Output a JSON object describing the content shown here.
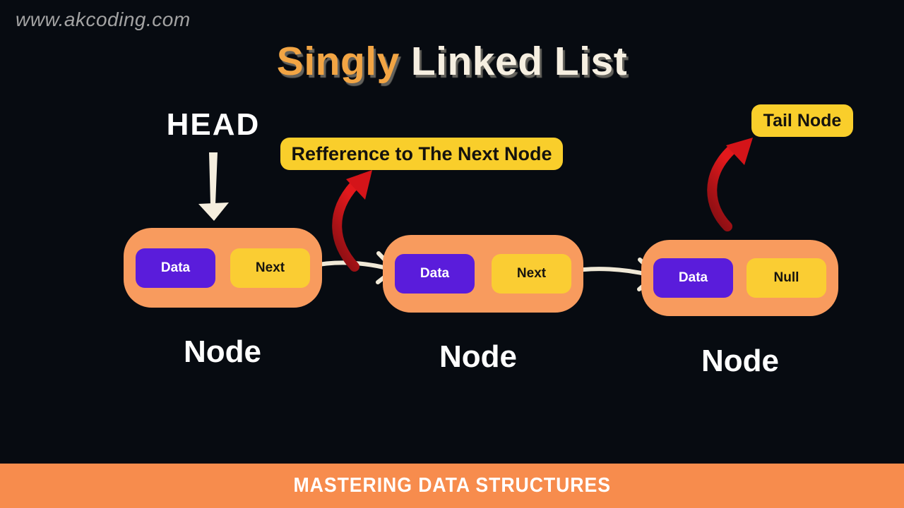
{
  "watermark": "www.akcoding.com",
  "title": {
    "highlight": "Singly",
    "rest": "Linked List"
  },
  "labels": {
    "head": "HEAD",
    "reference": "Refference to The Next Node",
    "tail": "Tail Node",
    "footer": "MASTERING DATA STRUCTURES"
  },
  "nodes": [
    {
      "data_label": "Data",
      "next_label": "Next",
      "caption": "Node"
    },
    {
      "data_label": "Data",
      "next_label": "Next",
      "caption": "Node"
    },
    {
      "data_label": "Data",
      "next_label": "Null",
      "caption": "Node"
    }
  ],
  "icons": {
    "head_arrow": "down-arrow",
    "reference_arrow": "curved-up-arrow",
    "tail_arrow": "curved-up-arrow",
    "link_arrows": "right-arrow"
  },
  "colors": {
    "background": "#070b11",
    "node_orange": "#f89b5e",
    "footer_orange": "#f78c4d",
    "data_purple": "#5a1cdb",
    "next_yellow": "#facd33",
    "pill_yellow": "#f9ce2b",
    "title_orange": "#f2a544",
    "title_cream": "#f6efe1",
    "cream_arrow": "#f0e9d7",
    "red_arrow_dark": "#7e0d12",
    "red_arrow_bright": "#e2191c",
    "watermark_gray": "#a3a3a3"
  }
}
